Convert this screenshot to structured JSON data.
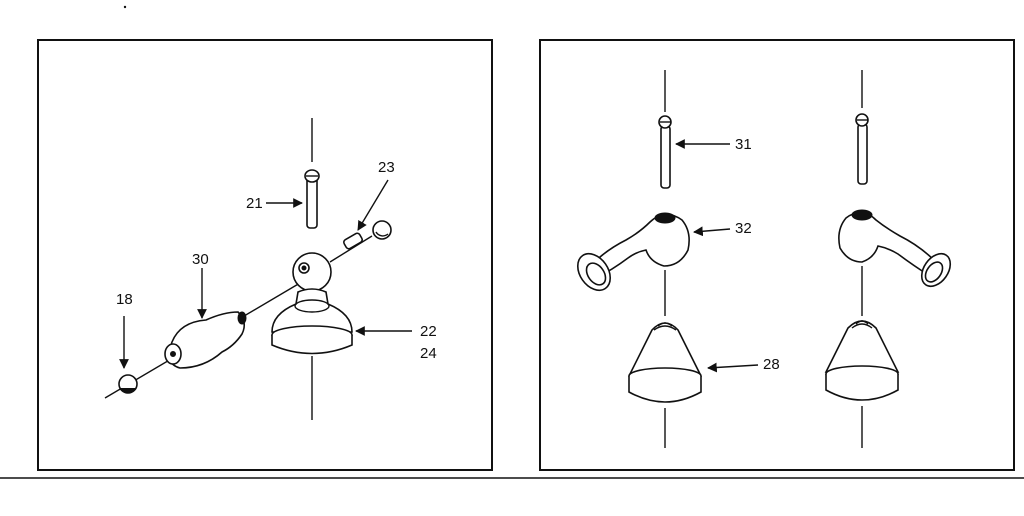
{
  "panels": [
    {
      "id": "left",
      "callouts": {
        "c18": "18",
        "c21": "21",
        "c22": "22",
        "c23": "23",
        "c24": "24",
        "c30": "30"
      }
    },
    {
      "id": "right",
      "callouts": {
        "c28": "28",
        "c31": "31",
        "c32": "32"
      }
    }
  ],
  "colors": {
    "ink": "#111111",
    "paper": "#ffffff"
  }
}
